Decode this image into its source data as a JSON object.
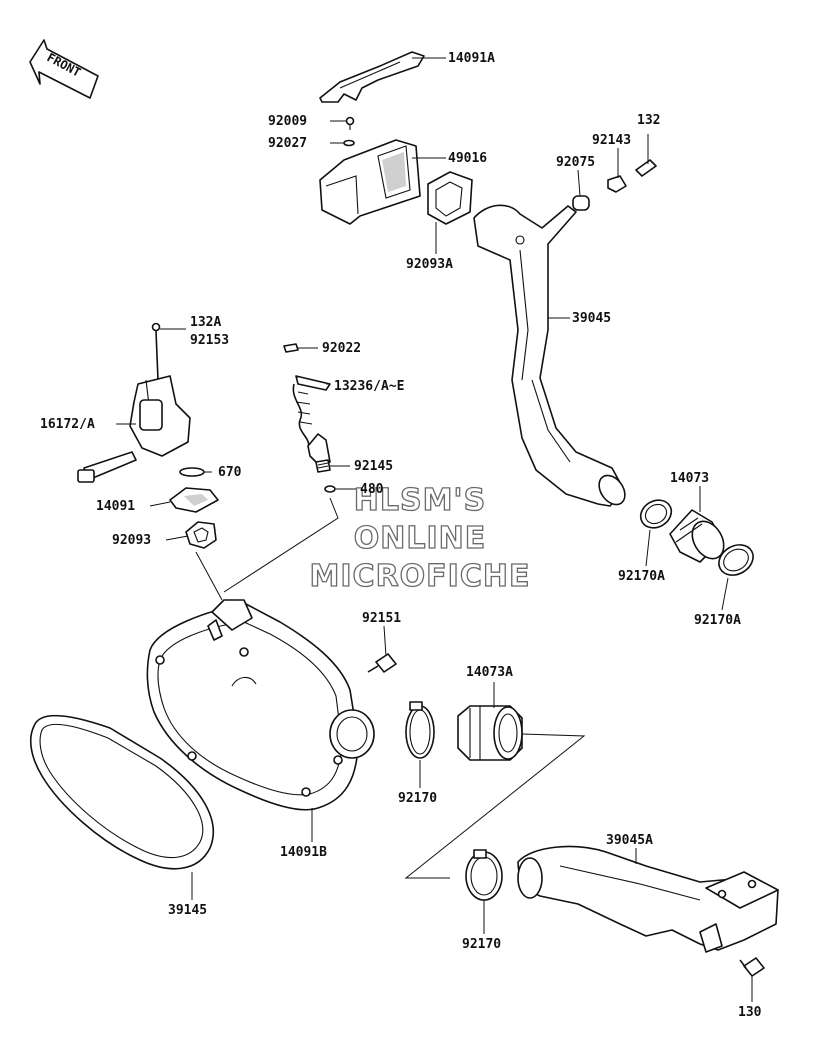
{
  "front_arrow_label": "FRONT",
  "watermark": [
    "HLSM'S",
    "ONLINE",
    "MICROFICHE"
  ],
  "parts": [
    "14091A",
    "92009",
    "92027",
    "49016",
    "92093A",
    "132",
    "92143",
    "92075",
    "39045",
    "132A",
    "92153",
    "16172/A",
    "670",
    "14091",
    "92093",
    "92022",
    "13236/A~E",
    "92145",
    "480",
    "14073",
    "92170A",
    "92170A",
    "92151",
    "14073A",
    "92170",
    "14091B",
    "39145",
    "39045A",
    "92170",
    "130"
  ]
}
